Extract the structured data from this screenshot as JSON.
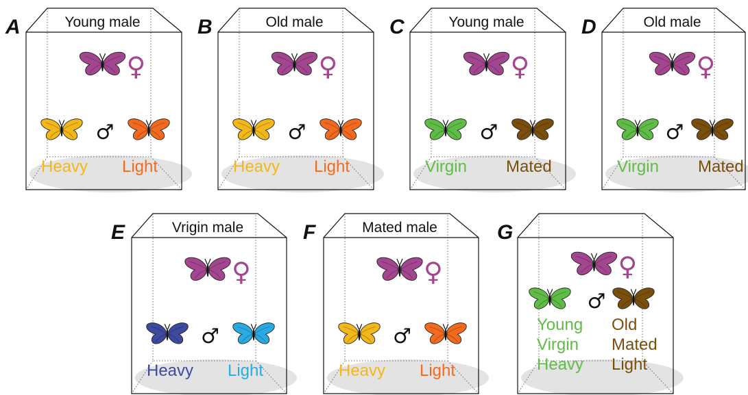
{
  "colors": {
    "female": "#a3458f",
    "yellow": "#f2b71a",
    "orange": "#f26a1f",
    "green": "#5fbc46",
    "brown": "#7a4f0c",
    "navy": "#3e4aa0",
    "sky": "#29abe2",
    "ground": "#e3e3e3",
    "outline": "#222222"
  },
  "symbols": {
    "female": "♀",
    "male": "♂"
  },
  "panels": [
    {
      "letter": "A",
      "title": "Young male",
      "left_label": "Heavy",
      "right_label": "Light",
      "left_color": "yellow",
      "right_color": "orange"
    },
    {
      "letter": "B",
      "title": "Old male",
      "left_label": "Heavy",
      "right_label": "Light",
      "left_color": "yellow",
      "right_color": "orange"
    },
    {
      "letter": "C",
      "title": "Young male",
      "left_label": "Virgin",
      "right_label": "Mated",
      "left_color": "green",
      "right_color": "brown"
    },
    {
      "letter": "D",
      "title": "Old male",
      "left_label": "Virgin",
      "right_label": "Mated",
      "left_color": "green",
      "right_color": "brown"
    },
    {
      "letter": "E",
      "title": "Vrigin male",
      "left_label": "Heavy",
      "right_label": "Light",
      "left_color": "navy",
      "right_color": "sky"
    },
    {
      "letter": "F",
      "title": "Mated male",
      "left_label": "Heavy",
      "right_label": "Light",
      "left_color": "yellow",
      "right_color": "orange"
    },
    {
      "letter": "G",
      "title": "",
      "left_lines": [
        "Young",
        "Virgin",
        "Heavy"
      ],
      "right_lines": [
        "Old",
        "Mated",
        "Light"
      ],
      "left_color": "green",
      "right_color": "brown"
    }
  ]
}
